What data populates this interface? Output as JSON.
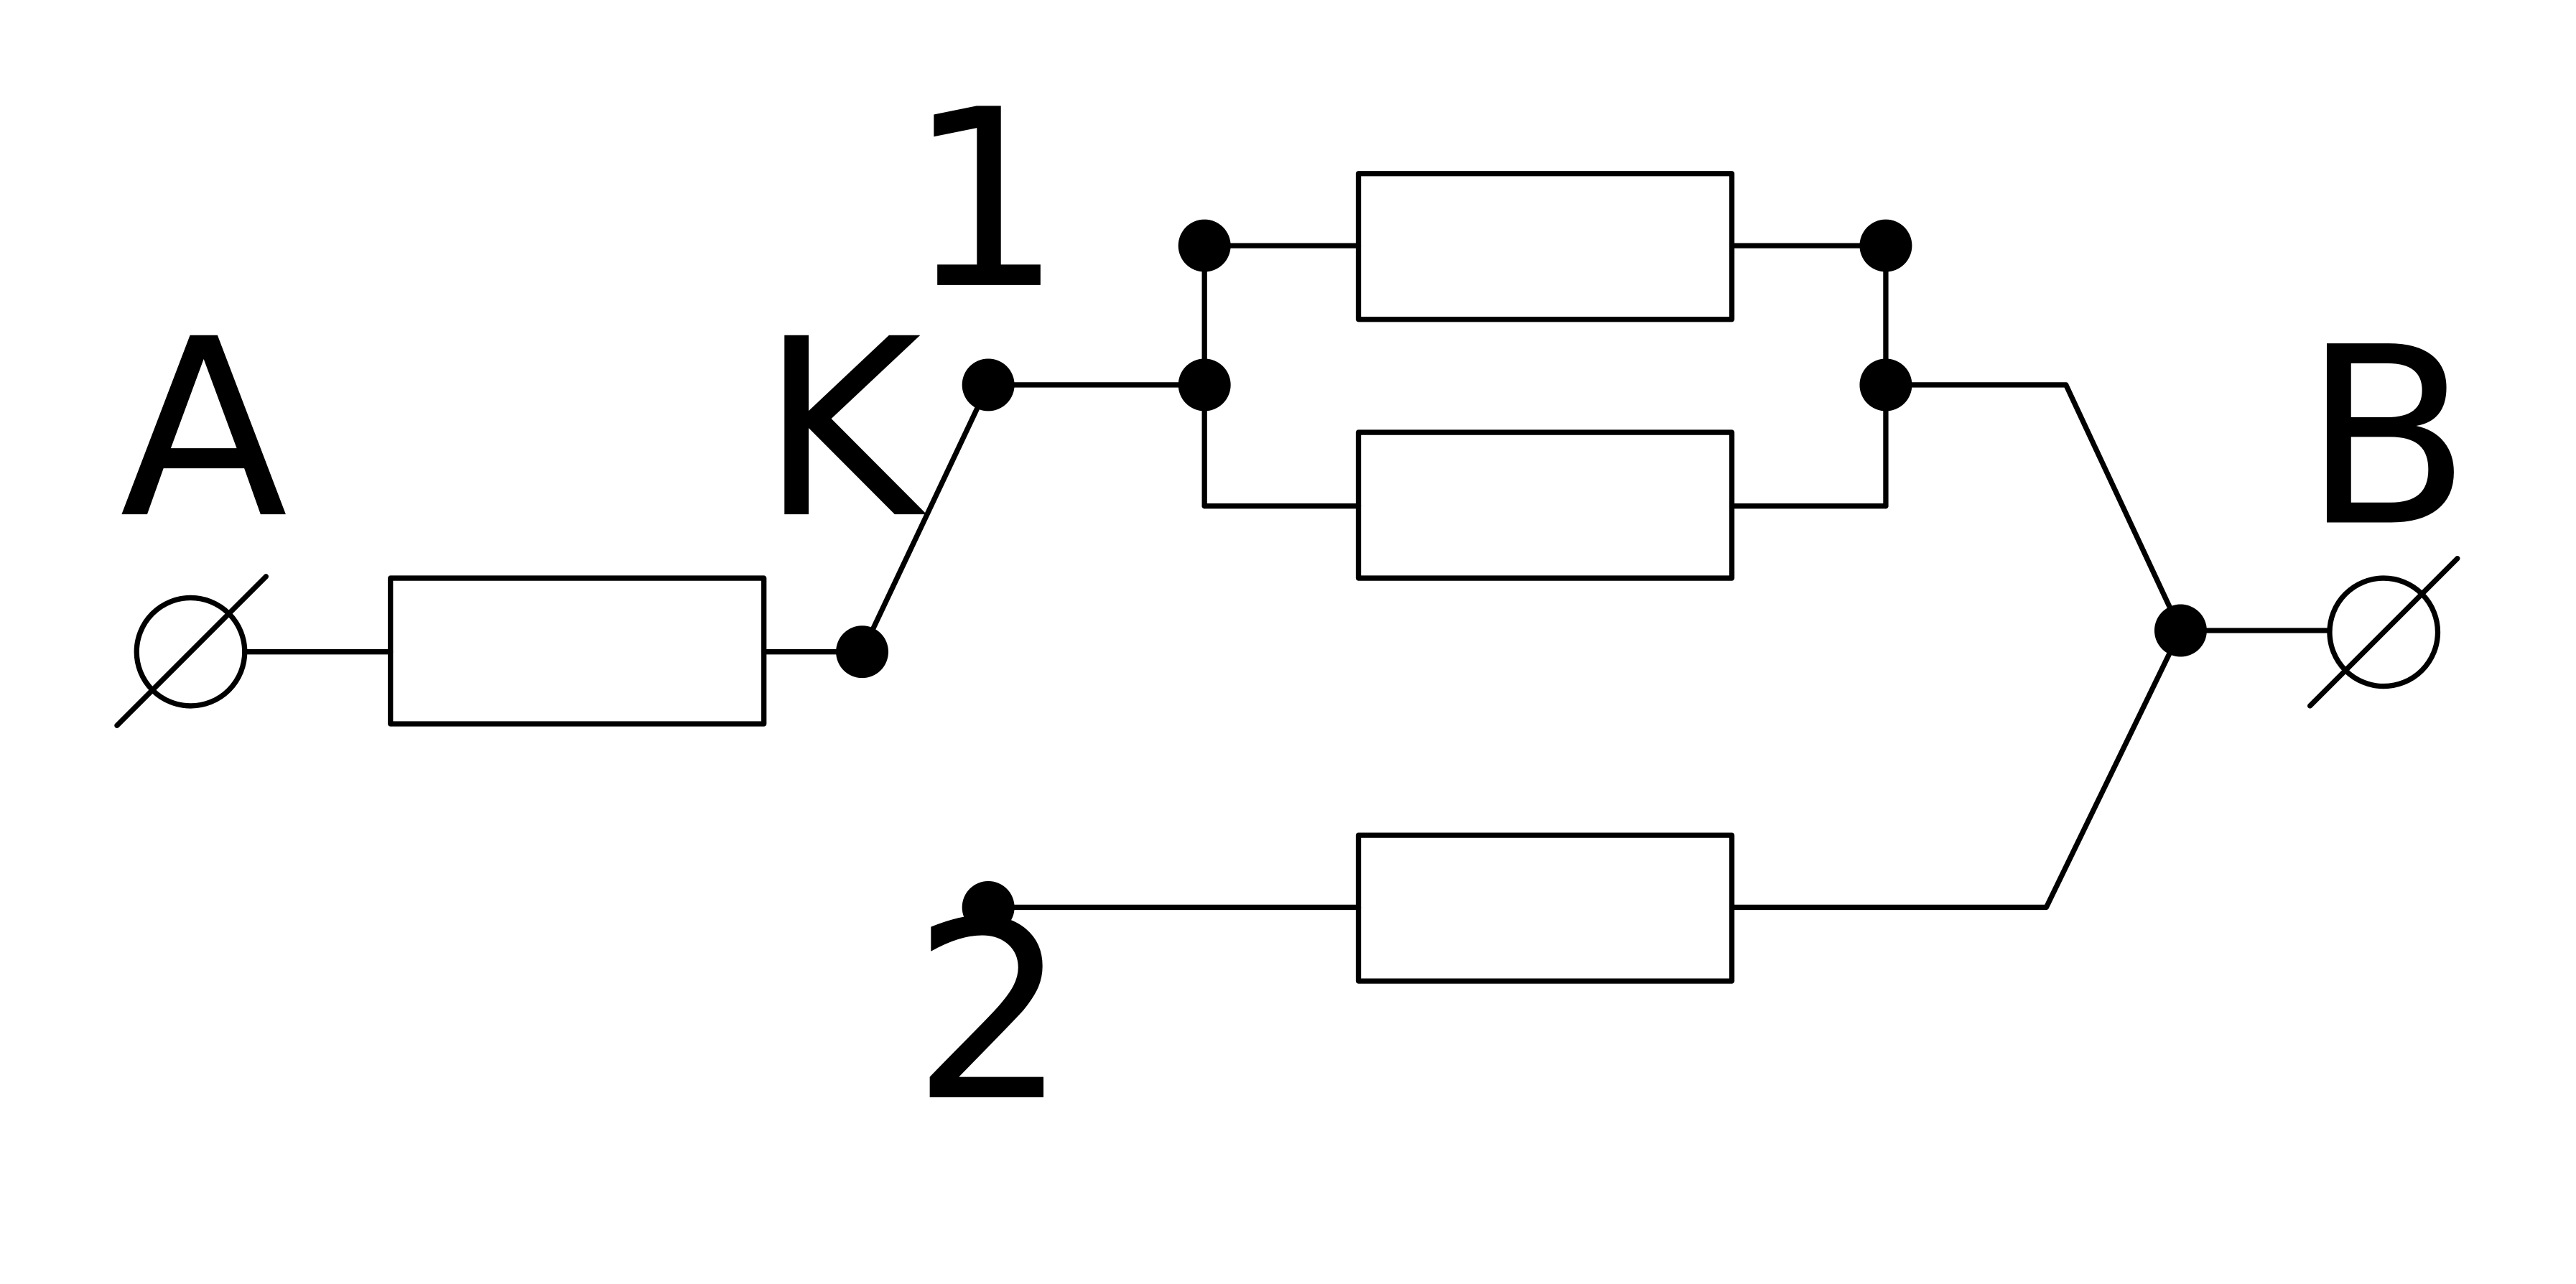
{
  "labels": {
    "terminal_a": "A",
    "terminal_b": "B",
    "switch": "K",
    "position_1": "1",
    "position_2": "2"
  },
  "colors": {
    "line": "#000000",
    "background": "#ffffff"
  },
  "elements": {
    "resistor_count": 4,
    "terminal_icon": "terminal-circle-slash-icon",
    "junction_icon": "filled-dot-icon"
  }
}
